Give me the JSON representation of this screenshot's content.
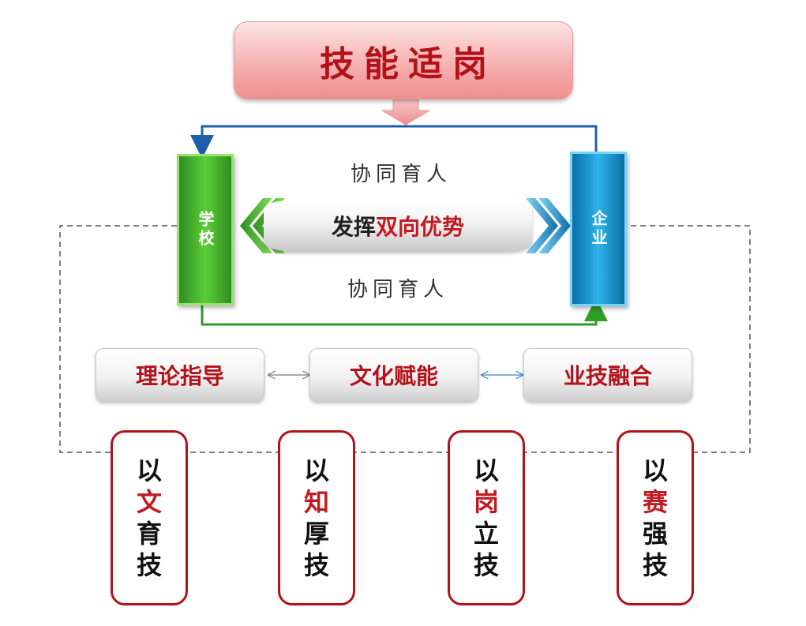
{
  "top_title": "技能适岗",
  "school_label": "学校",
  "enterprise_label": "企业",
  "coop_top": "协同育人",
  "coop_bottom": "协同育人",
  "center": {
    "left_text": "发挥",
    "right_text": "双向优势"
  },
  "middle_boxes": [
    {
      "label": "理论指导"
    },
    {
      "label": "文化赋能"
    },
    {
      "label": "业技融合"
    }
  ],
  "bottom_boxes": [
    {
      "c1": "以",
      "c2": "文",
      "c3": "育",
      "c4": "技"
    },
    {
      "c1": "以",
      "c2": "知",
      "c3": "厚",
      "c4": "技"
    },
    {
      "c1": "以",
      "c2": "岗",
      "c3": "立",
      "c4": "技"
    },
    {
      "c1": "以",
      "c2": "赛",
      "c3": "强",
      "c4": "技"
    }
  ],
  "colors": {
    "title_red": "#b3121b",
    "school_green": "#3fae2a",
    "enterprise_blue": "#1a95cf",
    "arrow_blue": "#1f5fa8",
    "arrow_green": "#2e9e26"
  }
}
